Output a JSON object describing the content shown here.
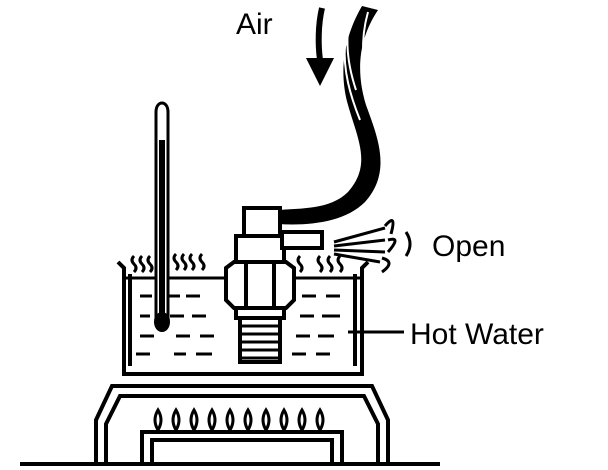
{
  "diagram": {
    "labels": {
      "air": "Air",
      "open": "Open",
      "hot_water": "Hot Water"
    },
    "colors": {
      "ink": "#000000",
      "paper": "#ffffff"
    }
  }
}
